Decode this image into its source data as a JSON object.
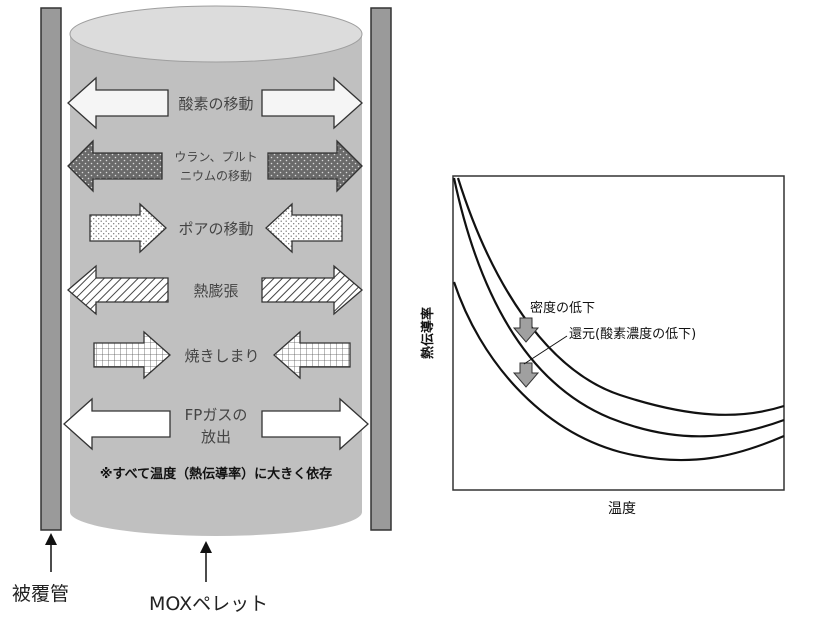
{
  "diagram": {
    "arrows": [
      {
        "label": "酸素の移動"
      },
      {
        "label_line1": "ウラン、プルト",
        "label_line2": "ニウムの移動"
      },
      {
        "label": "ポアの移動"
      },
      {
        "label": "熱膨張"
      },
      {
        "label": "焼きしまり"
      },
      {
        "label_line1": "FPガスの",
        "label_line2": "放出"
      }
    ],
    "note": "※すべて温度（熱伝導率）に大きく依存",
    "callouts": {
      "cladding": "被覆管",
      "pellet": "MOXペレット"
    }
  },
  "graph": {
    "ylabel": "熱伝導率",
    "xlabel": "温度",
    "annotation_density": "密度の低下",
    "annotation_reduction": "還元(酸素濃度の低下)"
  },
  "colors": {
    "pellet_body": "#c0c0c0",
    "pellet_top": "#dcdcdc",
    "cladding": "#9a9a9a",
    "dark_arrow": "#6e6e6e"
  }
}
